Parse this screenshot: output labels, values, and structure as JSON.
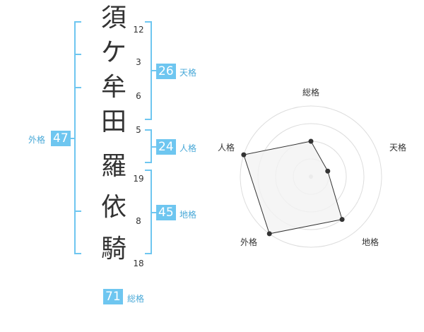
{
  "name_chars": [
    {
      "char": "須",
      "strokes": "12"
    },
    {
      "char": "ケ",
      "strokes": "3"
    },
    {
      "char": "牟",
      "strokes": "6"
    },
    {
      "char": "田",
      "strokes": "5"
    },
    {
      "char": "羅",
      "strokes": "19"
    },
    {
      "char": "依",
      "strokes": "8"
    },
    {
      "char": "騎",
      "strokes": "18"
    }
  ],
  "fortunes": {
    "tenkaku": {
      "value": "26",
      "label": "天格"
    },
    "jinkaku": {
      "value": "24",
      "label": "人格"
    },
    "chikaku": {
      "value": "45",
      "label": "地格"
    },
    "gaikaku": {
      "value": "47",
      "label": "外格"
    },
    "soukaku": {
      "value": "71",
      "label": "総格"
    }
  },
  "radar": {
    "axes": [
      "総格",
      "天格",
      "地格",
      "外格",
      "人格"
    ],
    "levels": 4,
    "values": [
      2,
      1,
      3,
      4,
      4
    ],
    "max": 4,
    "colors": {
      "fill": "#f2f2f2",
      "stroke": "#333333",
      "ring": "#dddddd",
      "point": "#333333"
    }
  },
  "colors": {
    "accent": "#6ec6f0"
  }
}
